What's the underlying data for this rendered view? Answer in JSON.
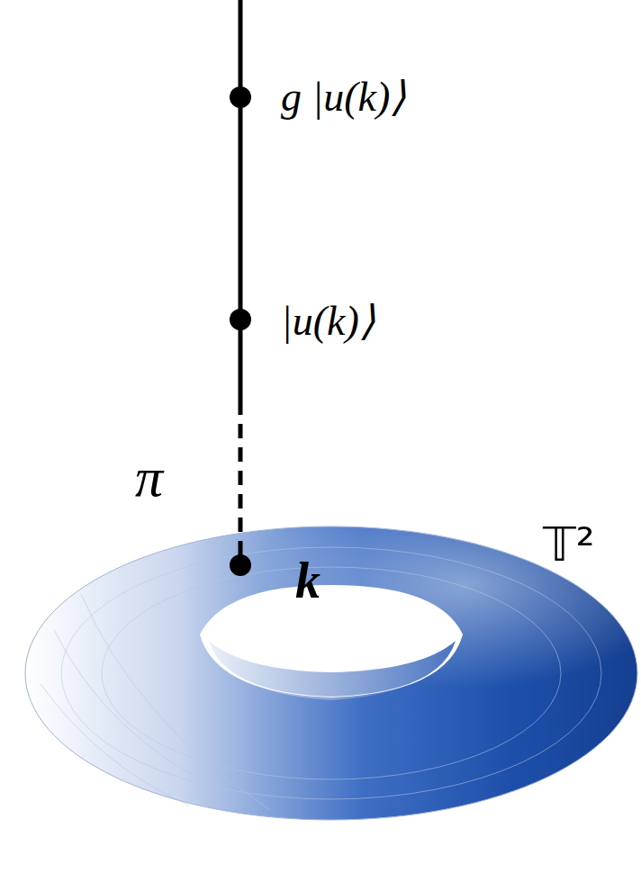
{
  "diagram": {
    "labels": [
      "g |u(k)⟩",
      "|u(k)⟩",
      "π",
      "k",
      "𝕋²"
    ]
  }
}
